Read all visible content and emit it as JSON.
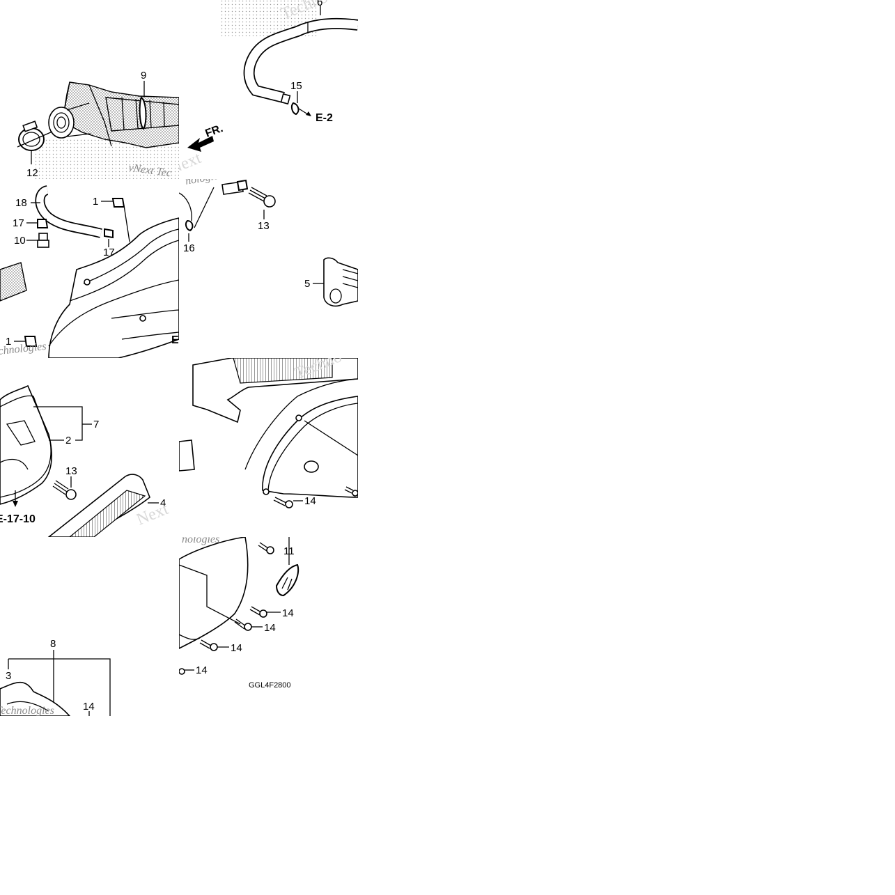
{
  "diagram": {
    "callouts": {
      "p1": "1",
      "p2": "2",
      "p3": "3",
      "p4": "4",
      "p5": "5",
      "p6": "6",
      "p7": "7",
      "p8": "8",
      "p9": "9",
      "p10": "10",
      "p11": "11",
      "p12": "12",
      "p13": "13",
      "p14": "14",
      "p15": "15",
      "p16": "16",
      "p17": "17",
      "p18": "18"
    },
    "references": {
      "e2": "E-2",
      "e17_10": "E-17-10",
      "e_partial": "E"
    },
    "front_arrow_label": "FR.",
    "drawing_code": "GGL4F2800",
    "watermark": {
      "brand": "vNext Technologies",
      "fragments": [
        "Techno",
        "Next",
        "nologies",
        "Technologies",
        "vNext Tec",
        "chnologies"
      ]
    }
  }
}
